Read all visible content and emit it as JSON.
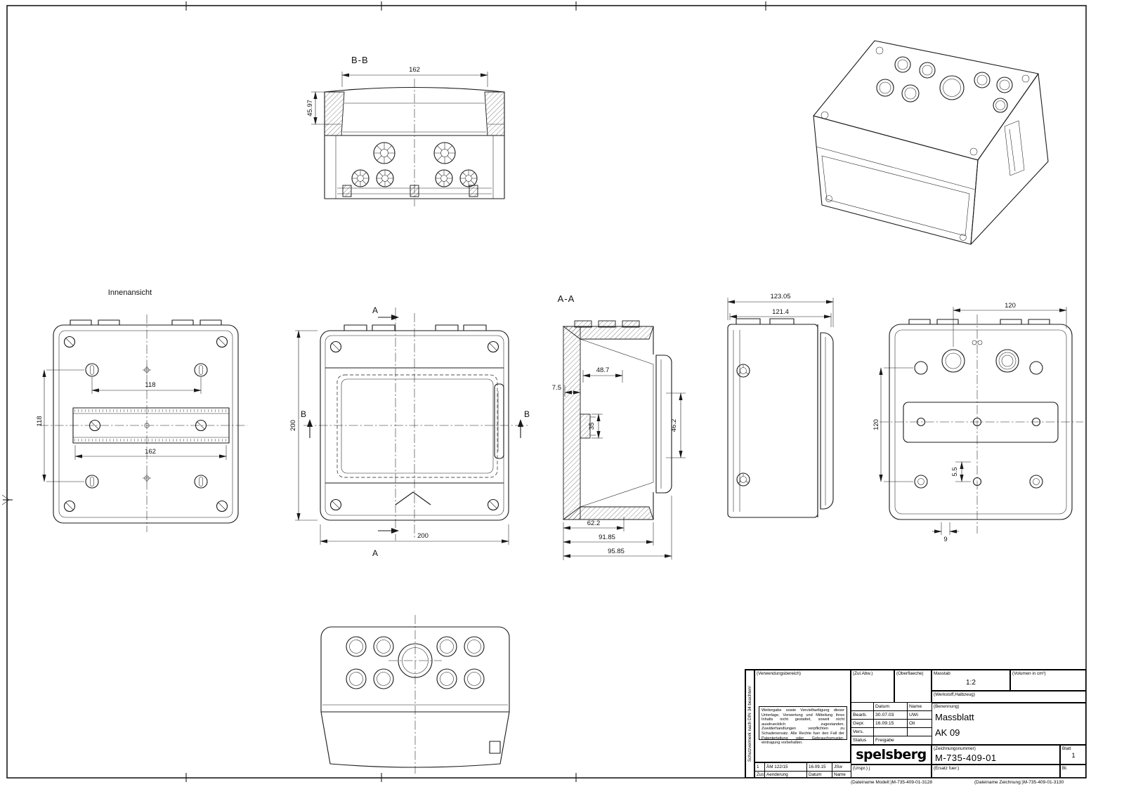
{
  "sheet": {
    "background": "#ffffff",
    "line_color": "#1a1a1a"
  },
  "views": {
    "section_bb": {
      "label": "B-B",
      "dim_width": "162",
      "dim_lid_height": "45.97"
    },
    "innenansicht": {
      "label": "Innenansicht",
      "dim_holes_h": "118",
      "dim_holes_v": "118",
      "dim_rail": "162"
    },
    "front": {
      "dim_width": "200",
      "dim_height": "200",
      "section_a": "A",
      "section_b": "B"
    },
    "section_aa": {
      "label": "A-A",
      "dim_inner_width": "48.7",
      "dim_wall": "7.5",
      "dim_rail_height": "35",
      "dim_opening": "46.2",
      "dim_depth_1": "62.2",
      "dim_depth_2": "91.85",
      "dim_depth_3": "95.85"
    },
    "side": {
      "dim_total": "123.05",
      "dim_body": "121.4"
    },
    "back": {
      "dim_holes_h": "120",
      "dim_holes_v": "120",
      "dim_slot": "5.5",
      "dim_hole": "9"
    }
  },
  "title_block": {
    "verwendungsbereich": "(Verwendungsbereich)",
    "zul_abw": "(Zul.Abw.)",
    "oberflaeche": "(Oberflaeche)",
    "masstab_label": "Masstab",
    "masstab_value": "1:2",
    "volumen": "(Volumen in cm³)",
    "werkstoff": "(Werkstoff,Halbzeug)",
    "copyright": "Weitergabe sowie Vervielfaeltigung dieser Unterlage, Verwertung und Mitteilung ihres Inhalts nicht gestattet, soweit nicht ausdruecklich zugestanden. Zuwiderhandlungen verpflichten zu Schadenersatz. Alle Rechte fuer den Fall der Patenterteilung oder Gebrauchsmuster-eintragung vorbehalten.",
    "table": {
      "col_datum": "Datum",
      "col_name": "Name",
      "rows": [
        {
          "label": "Bearb.",
          "datum": "30.07.03",
          "name": "UWi"
        },
        {
          "label": "Gepr.",
          "datum": "16.09.15",
          "name": "Oli"
        },
        {
          "label": "Vers.",
          "datum": "",
          "name": ""
        },
        {
          "label": "Status",
          "datum": "Freigabe",
          "name": ""
        }
      ]
    },
    "benennung_label": "(Benennung)",
    "benennung_line1": "Massblatt",
    "benennung_line2": "AK 09",
    "logo": "spelsberg",
    "zeichnungsnummer_label": "(Zeichnungsnummer)",
    "zeichnungsnummer": "M-735-409-01",
    "blatt_label": "Blatt",
    "blatt_value": "1",
    "bl_label": "Bl.",
    "ersatz": "(Ersatz fuer:)",
    "urspr": "(Urspr.) j",
    "revision_row": {
      "zust": "1",
      "aenderung": "ÄM 122/15",
      "datum": "16.09.15",
      "name": "JSw"
    },
    "revision_header": {
      "zust": "Zust.",
      "aenderung": "Aenderung",
      "datum": "Datum",
      "name": "Name"
    },
    "schutzvermerk": "Schutzvermerk nach DIN 34 beachten!",
    "dateiname_modell": "(Dateiname Modell:)M-735-409-01-3128",
    "dateiname_zeichnung": "(Dateiname Zeichnung:)M-735-409-01-3130"
  }
}
